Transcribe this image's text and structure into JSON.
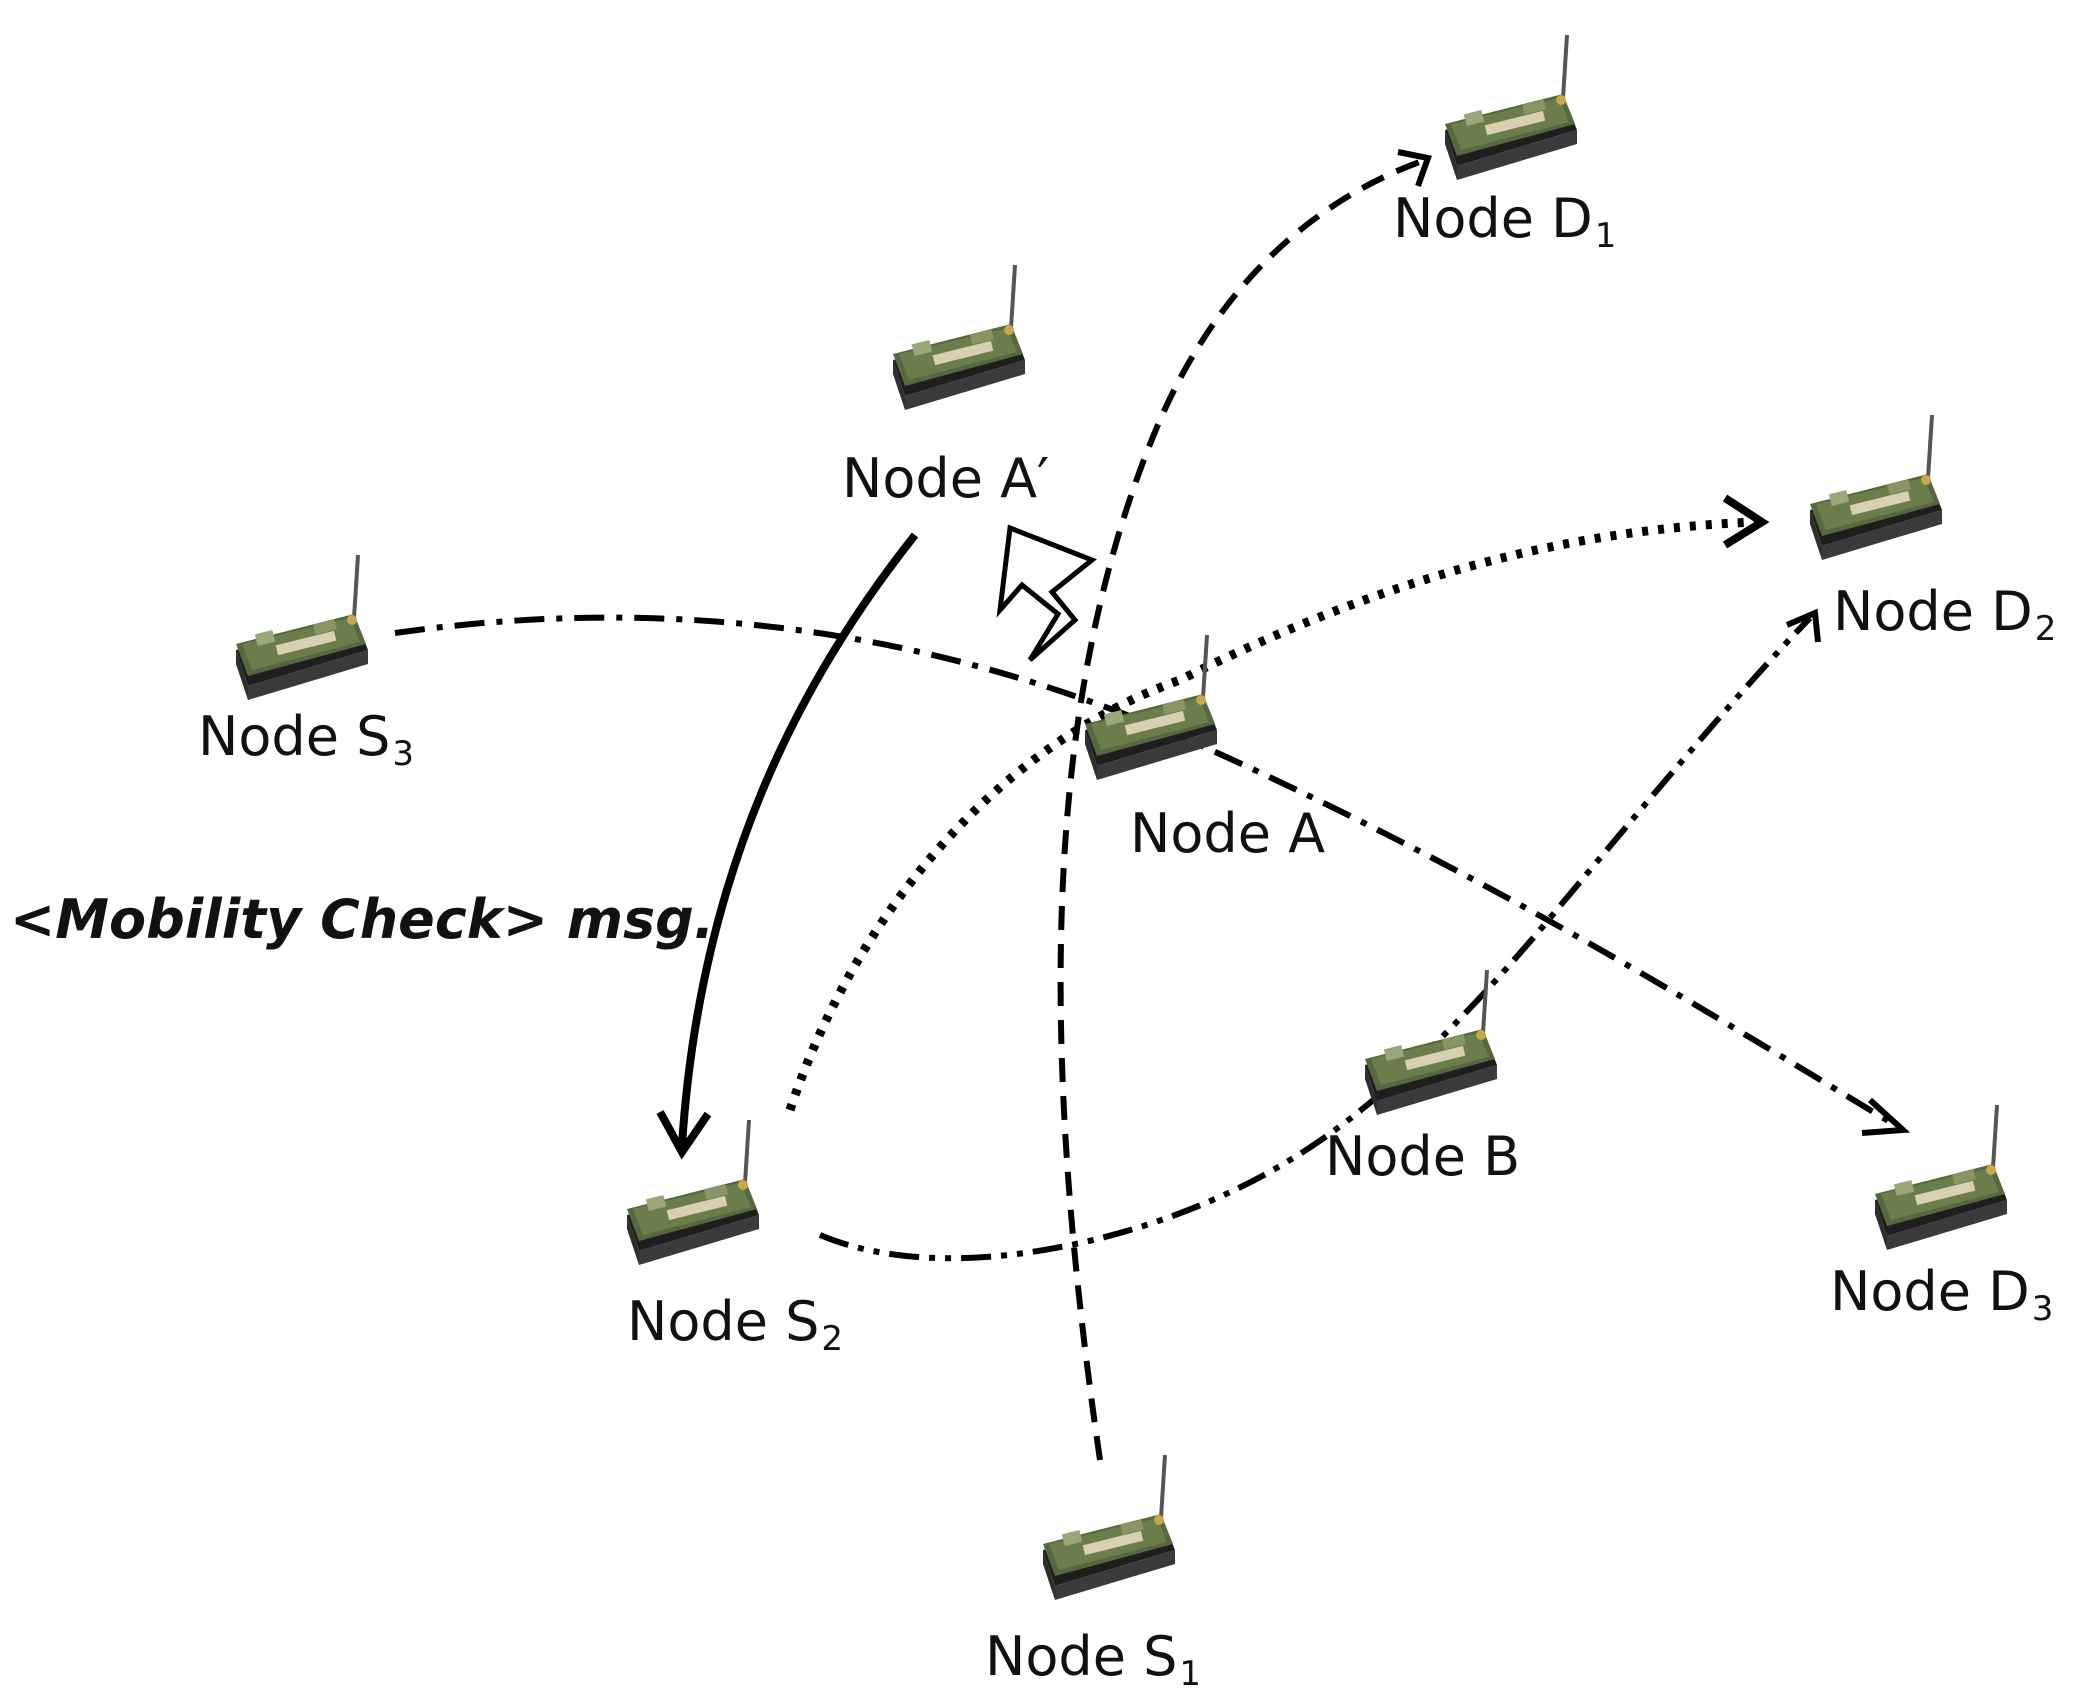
{
  "nodes": {
    "d1": {
      "name": "Node D",
      "sub": "1"
    },
    "a_prime": {
      "name": "Node A′",
      "sub": ""
    },
    "d2": {
      "name": "Node D",
      "sub": "2"
    },
    "s3": {
      "name": "Node S",
      "sub": "3"
    },
    "a": {
      "name": "Node A",
      "sub": ""
    },
    "b": {
      "name": "Node B",
      "sub": ""
    },
    "d3": {
      "name": "Node D",
      "sub": "3"
    },
    "s2": {
      "name": "Node S",
      "sub": "2"
    },
    "s1": {
      "name": "Node S",
      "sub": "1"
    }
  },
  "message_label": "<Mobility Check> msg.",
  "icons": {
    "sensor_node": "wireless-sensor-node-icon",
    "movement_arrow": "movement-arrow-icon"
  },
  "colors": {
    "line": "#000000",
    "board_green": "#4a5e3a",
    "board_shadow": "#2b2b2b"
  }
}
